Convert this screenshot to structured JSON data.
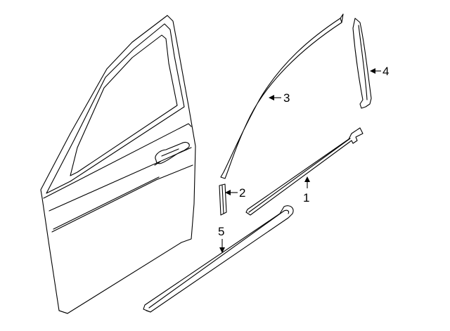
{
  "callouts": {
    "part1": "1",
    "part2": "2",
    "part3": "3",
    "part4": "4",
    "part5": "5"
  },
  "colors": {
    "line": "#000000",
    "background": "#ffffff"
  }
}
